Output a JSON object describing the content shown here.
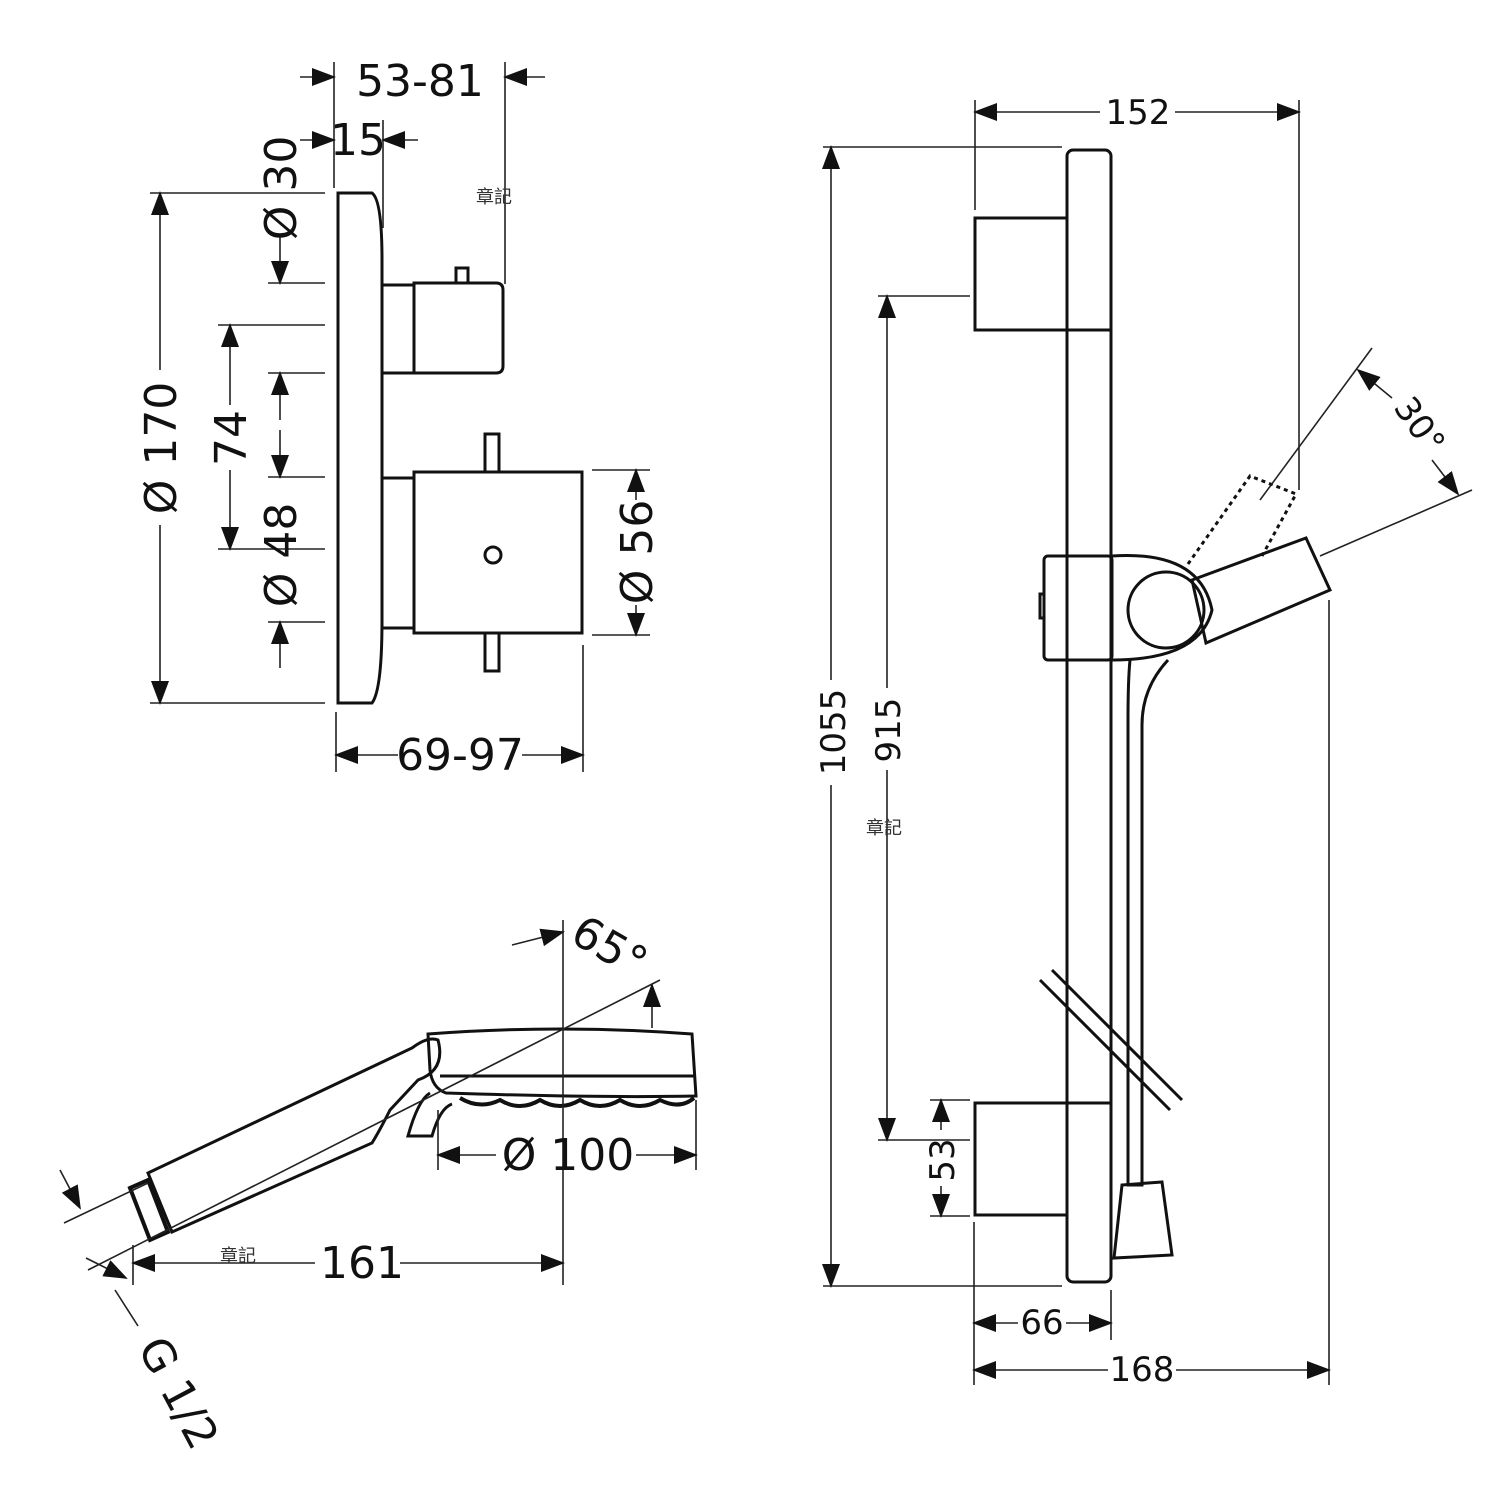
{
  "valve": {
    "depth_range": "53-81",
    "offset": "15",
    "diameter_30": "Ø 30",
    "plate_diameter": "Ø 170",
    "spacing": "74",
    "diameter_48": "Ø 48",
    "diameter_56": "Ø 56",
    "width_range": "69-97"
  },
  "hand_shower": {
    "angle": "65°",
    "head_diameter": "Ø 100",
    "length": "161",
    "thread": "G 1/2"
  },
  "rail": {
    "total_height": "1055",
    "bracket_spacing": "915",
    "bracket_width": "152",
    "tilt_angle": "30°",
    "bracket_height": "53",
    "wall_offset": "66",
    "overall_depth": "168"
  },
  "stamps": [
    "章記",
    "章記",
    "章記"
  ]
}
